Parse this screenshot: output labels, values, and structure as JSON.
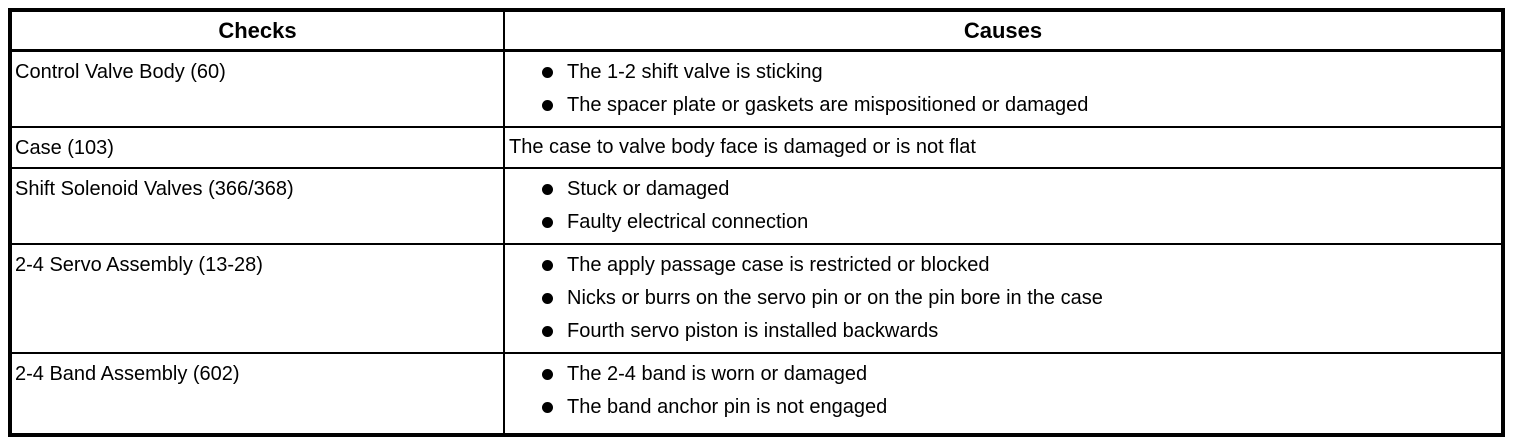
{
  "table": {
    "title_semantic": "checks-and-causes-diagnosis-table",
    "headers": {
      "checks": "Checks",
      "causes": "Causes"
    },
    "rows": [
      {
        "check": "Control Valve Body (60)",
        "bulleted": true,
        "causes": [
          "The 1-2 shift valve is sticking",
          "The spacer plate or gaskets are mispositioned or damaged"
        ]
      },
      {
        "check": "Case (103)",
        "bulleted": false,
        "causes": [
          "The case to valve body face is damaged or is not flat"
        ]
      },
      {
        "check": "Shift Solenoid Valves (366/368)",
        "bulleted": true,
        "causes": [
          "Stuck or damaged",
          "Faulty electrical connection"
        ]
      },
      {
        "check": "2-4 Servo Assembly (13-28)",
        "bulleted": true,
        "causes": [
          "The apply passage case is restricted or blocked",
          "Nicks or burrs on the servo pin or on the pin bore in the case",
          "Fourth servo piston is installed backwards"
        ]
      },
      {
        "check": "2-4 Band Assembly (602)",
        "bulleted": true,
        "causes": [
          "The 2-4 band is worn or damaged",
          "The band anchor pin is not engaged"
        ]
      }
    ],
    "icons": {
      "bullet": "filled-circle"
    },
    "colors": {
      "border": "#000000",
      "text": "#000000",
      "background": "#ffffff"
    }
  }
}
